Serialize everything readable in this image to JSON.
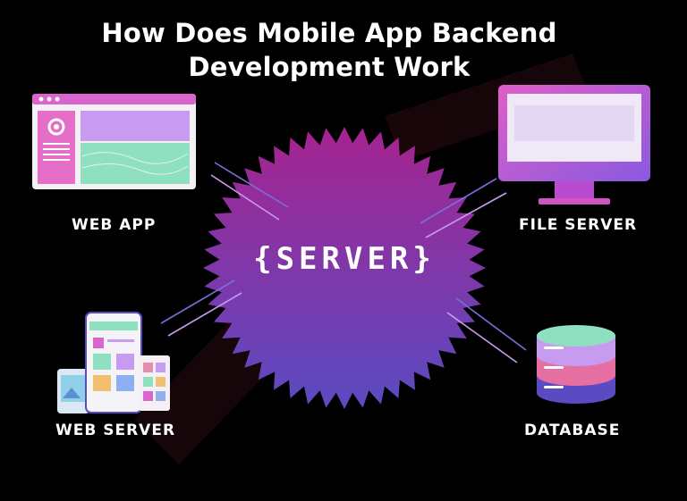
{
  "title_line1": "How Does Mobile App Backend",
  "title_line2": "Development Work",
  "center": {
    "text": "{SERVER}"
  },
  "nodes": {
    "web_app": "WEB APP",
    "file_server": "FILE SERVER",
    "web_server": "WEB SERVER",
    "database": "DATABASE"
  },
  "colors": {
    "background": "#000000",
    "burst_top": "#a6238f",
    "burst_bottom": "#5a4bc2",
    "connector": "#7b6fe0",
    "pink": "#d966cc",
    "mint": "#8fe0c0",
    "lavender": "#c79bf0"
  },
  "icons": [
    "browser-window-icon",
    "desktop-monitor-icon",
    "mobile-devices-icon",
    "database-stack-icon"
  ]
}
